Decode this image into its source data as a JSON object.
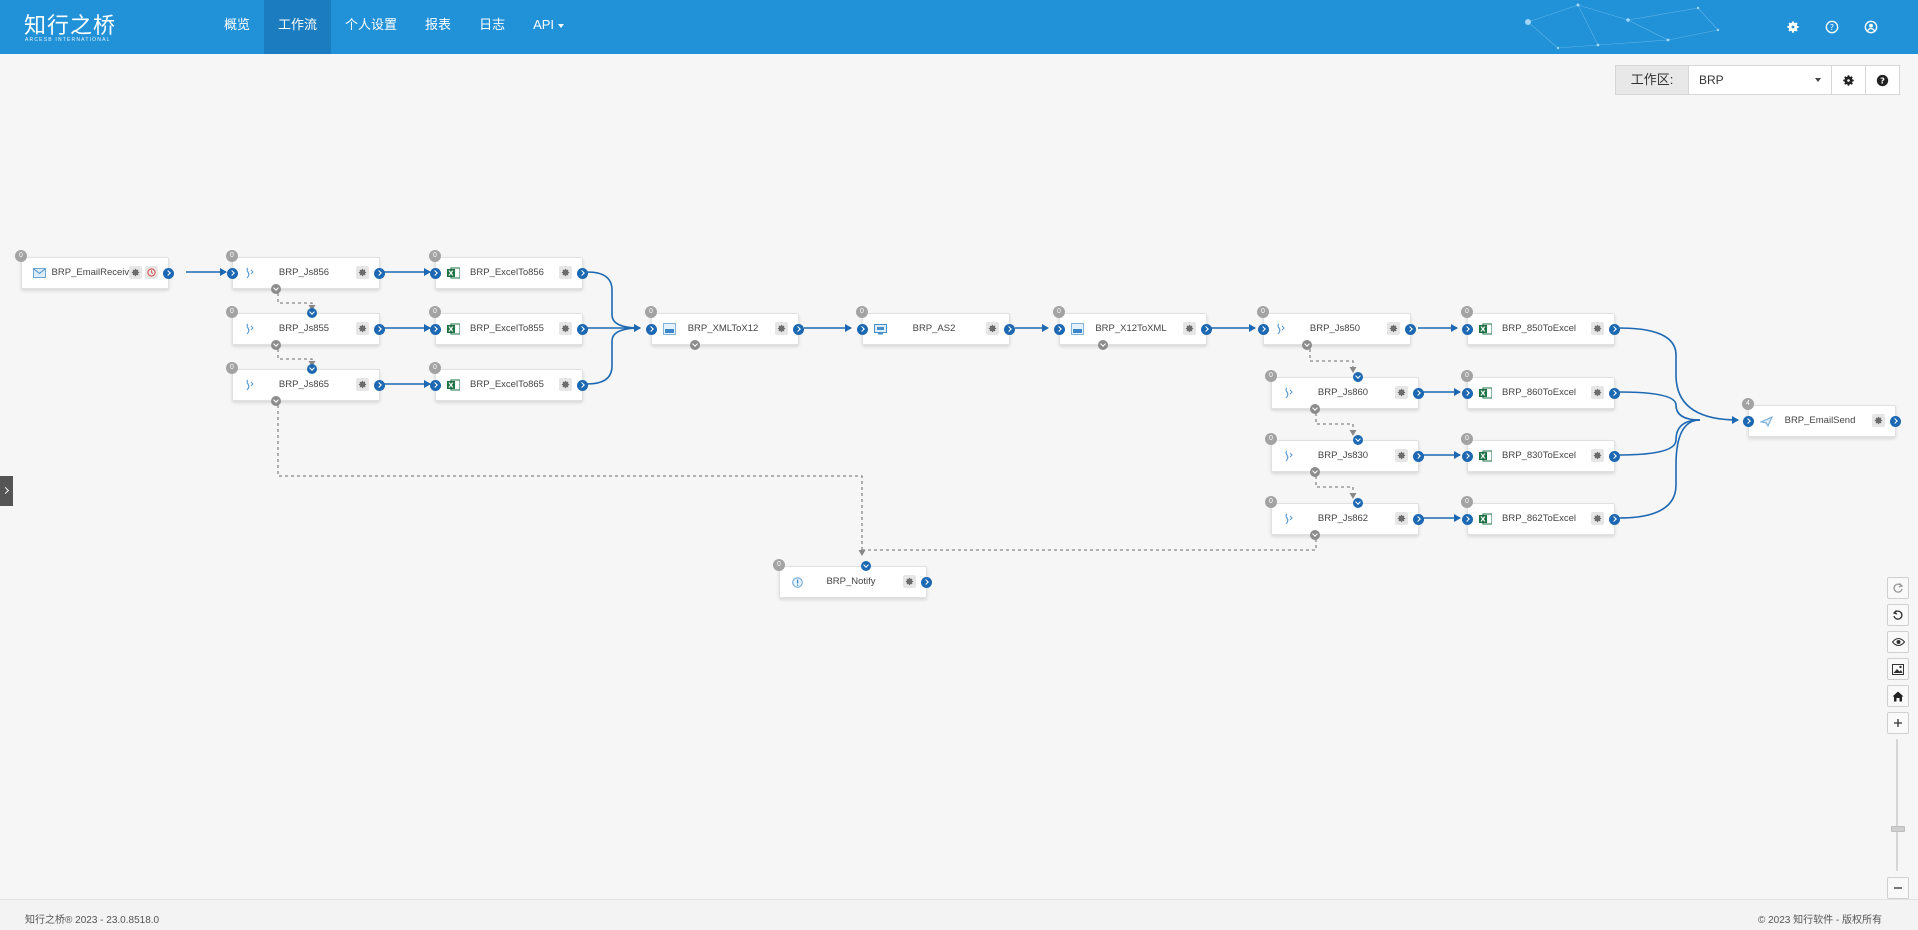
{
  "app": {
    "logo_cn": "知行之桥",
    "logo_en": "ARCESB INTERNATIONAL"
  },
  "nav": {
    "items": [
      {
        "label": "概览",
        "active": false
      },
      {
        "label": "工作流",
        "active": true
      },
      {
        "label": "个人设置",
        "active": false
      },
      {
        "label": "报表",
        "active": false
      },
      {
        "label": "日志",
        "active": false
      },
      {
        "label": "API",
        "active": false,
        "has_dropdown": true
      }
    ],
    "right_icons": [
      "settings-icon",
      "help-icon",
      "user-icon"
    ]
  },
  "workspace": {
    "label": "工作区:",
    "selected": "BRP",
    "buttons": [
      "gear-icon",
      "help-icon"
    ]
  },
  "nodes": [
    {
      "id": "n1",
      "label": "BRP_EmailReceive",
      "badge": "0",
      "icon": "email-receive-icon"
    },
    {
      "id": "n2",
      "label": "BRP_Js856",
      "badge": "0",
      "icon": "script-icon"
    },
    {
      "id": "n3",
      "label": "BRP_Js855",
      "badge": "0",
      "icon": "script-icon"
    },
    {
      "id": "n4",
      "label": "BRP_Js865",
      "badge": "0",
      "icon": "script-icon"
    },
    {
      "id": "n5",
      "label": "BRP_ExcelTo856",
      "badge": "0",
      "icon": "excel-icon"
    },
    {
      "id": "n6",
      "label": "BRP_ExcelTo855",
      "badge": "0",
      "icon": "excel-icon"
    },
    {
      "id": "n7",
      "label": "BRP_ExcelTo865",
      "badge": "0",
      "icon": "excel-icon"
    },
    {
      "id": "n8",
      "label": "BRP_XMLToX12",
      "badge": "0",
      "icon": "xml-icon"
    },
    {
      "id": "n9",
      "label": "BRP_AS2",
      "badge": "0",
      "icon": "as2-icon"
    },
    {
      "id": "n10",
      "label": "BRP_X12ToXML",
      "badge": "0",
      "icon": "x12-icon"
    },
    {
      "id": "n11",
      "label": "BRP_Js850",
      "badge": "0",
      "icon": "script-icon"
    },
    {
      "id": "n12",
      "label": "BRP_Js860",
      "badge": "0",
      "icon": "script-icon"
    },
    {
      "id": "n13",
      "label": "BRP_Js830",
      "badge": "0",
      "icon": "script-icon"
    },
    {
      "id": "n14",
      "label": "BRP_Js862",
      "badge": "0",
      "icon": "script-icon"
    },
    {
      "id": "n15",
      "label": "BRP_850ToExcel",
      "badge": "0",
      "icon": "excel-icon"
    },
    {
      "id": "n16",
      "label": "BRP_860ToExcel",
      "badge": "0",
      "icon": "excel-icon"
    },
    {
      "id": "n17",
      "label": "BRP_830ToExcel",
      "badge": "0",
      "icon": "excel-icon"
    },
    {
      "id": "n18",
      "label": "BRP_862ToExcel",
      "badge": "0",
      "icon": "excel-icon"
    },
    {
      "id": "n19",
      "label": "BRP_EmailSend",
      "badge": "4",
      "icon": "email-send-icon"
    },
    {
      "id": "n20",
      "label": "BRP_Notify",
      "badge": "0",
      "icon": "notify-icon"
    }
  ],
  "zoom_tools": [
    "redo-icon",
    "undo-icon",
    "eye-icon",
    "image-icon",
    "home-icon",
    "zoom-in-icon",
    "zoom-out-icon"
  ],
  "zoom_level": 0.55,
  "footer": {
    "left": "知行之桥® 2023 - 23.0.8518.0",
    "right": "© 2023 知行软件 - 版权所有"
  },
  "colors": {
    "header": "#2191d8",
    "nav_active": "#1b7cc0",
    "connector": "#1c68b2",
    "excel": "#1d7044"
  }
}
